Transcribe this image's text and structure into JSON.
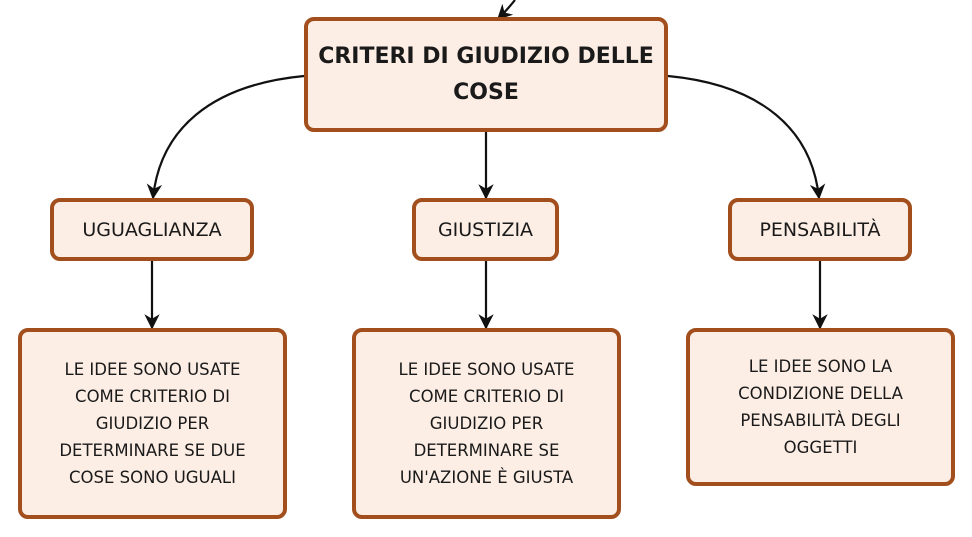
{
  "diagram": {
    "root": {
      "label": "CRITERI DI GIUDIZIO DELLE COSE"
    },
    "concepts": [
      {
        "label": "UGUAGLIANZA",
        "description": "LE IDEE SONO USATE COME CRITERIO DI GIUDIZIO PER DETERMINARE SE DUE COSE SONO UGUALI"
      },
      {
        "label": "GIUSTIZIA",
        "description": "LE IDEE SONO USATE COME CRITERIO DI GIUDIZIO PER DETERMINARE SE UN'AZIONE È GIUSTA"
      },
      {
        "label": "PENSABILITÀ",
        "description": "LE IDEE SONO LA CONDIZIONE DELLA PENSABILITÀ DEGLI OGGETTI"
      }
    ],
    "colors": {
      "node_fill": "#fdeee5",
      "node_border": "#a24f1d",
      "connector": "#111111",
      "text": "#1a1a1a"
    }
  }
}
